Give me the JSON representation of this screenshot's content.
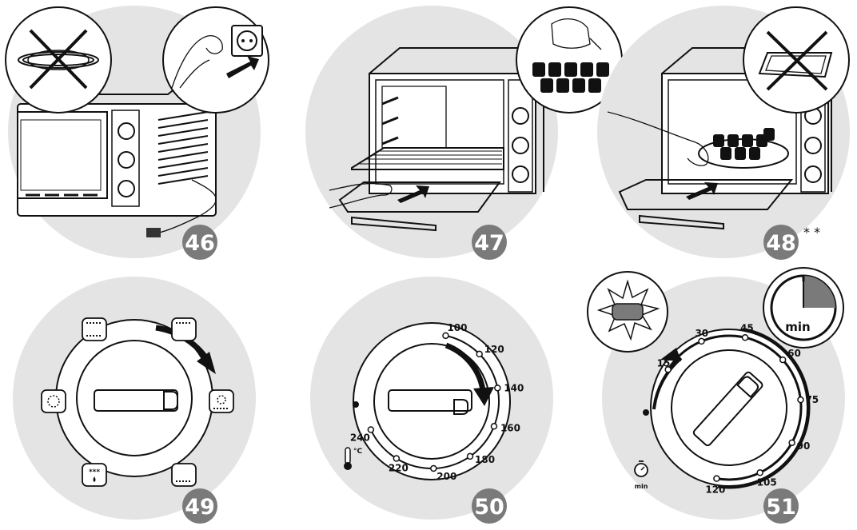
{
  "steps": [
    {
      "number": "46",
      "name": "unplug-oven"
    },
    {
      "number": "47",
      "name": "insert-rack-and-tray"
    },
    {
      "number": "48",
      "name": "place-dish-in-oven",
      "note": "* *"
    },
    {
      "number": "49",
      "name": "select-heating-mode"
    },
    {
      "number": "50",
      "name": "set-temperature"
    },
    {
      "number": "51",
      "name": "set-timer"
    }
  ],
  "temperature_dial": {
    "marks": [
      "100",
      "120",
      "140",
      "160",
      "180",
      "200",
      "220",
      "240"
    ],
    "unit": "°C"
  },
  "timer_dial": {
    "marks": [
      "15",
      "30",
      "45",
      "60",
      "75",
      "90",
      "105",
      "120"
    ],
    "clock_unit": "min",
    "icon_unit": "min"
  },
  "colors": {
    "circle_bg": "#e4e4e4",
    "badge": "#7a7a7a",
    "ink": "#111111"
  }
}
